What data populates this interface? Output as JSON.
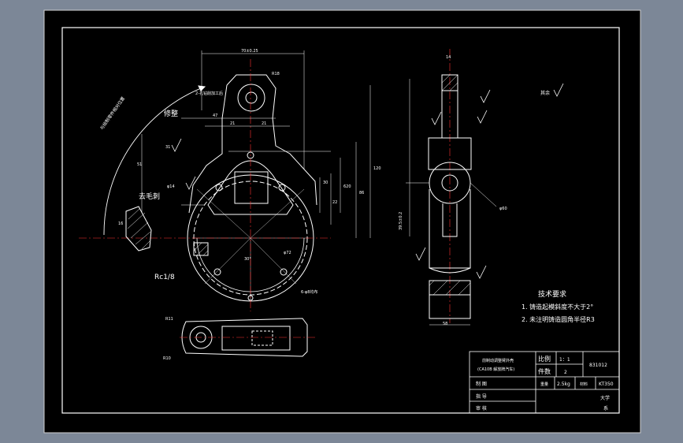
{
  "colors": {
    "background": "#7c8797",
    "paper": "#000000",
    "line": "#ffffff",
    "center_line": "#ff3333",
    "dimension": "#ffffff",
    "hatch": "#ffffff"
  },
  "dimensions": {
    "top_width": "70±0.25",
    "r18": "R18",
    "dia14": "φ14",
    "top_note": "2-孔钻削加工后",
    "d47": "47",
    "d21a": "21",
    "d21b": "21",
    "d51": "51",
    "d31": "31",
    "d16": "16",
    "d30": "30",
    "d22": "22",
    "d620": "620",
    "dia72": "φ72",
    "angle30": "30°",
    "holes": "6-φ8均布",
    "right_top": "14",
    "right_dia": "φ60",
    "right_len": "39.5±0.2",
    "right_bottom": "58",
    "arc_note": "与绘制零件相对位置",
    "side_120": "120",
    "side_86": "86",
    "bottom_r11": "R11",
    "bottom_r10": "R10",
    "other_rough": "其余"
  },
  "labels": {
    "xiuzheng": "修整",
    "qumaoci": "去毛刺",
    "rc": "Rc1/8"
  },
  "tech": {
    "heading": "技术要求",
    "item1": "1. 铸造起模斜度不大于2°",
    "item2": "2. 未注明铸造圆角半径R3"
  },
  "title_block": {
    "part_name": "前制动调整臂外壳",
    "part_sub": "(CA10B 解放牌汽车)",
    "scale_label": "比例",
    "scale_value": "1：1",
    "qty_label": "件数",
    "qty_value": "2",
    "drawing_no": "831012",
    "weight_label": "重量",
    "weight_value": "2.5kg",
    "material_label": "材料",
    "material_value": "KT350",
    "drawn_label": "制 图",
    "guide_label": "指 导",
    "review_label": "审 核",
    "school_1": "大学",
    "school_2": "系"
  }
}
